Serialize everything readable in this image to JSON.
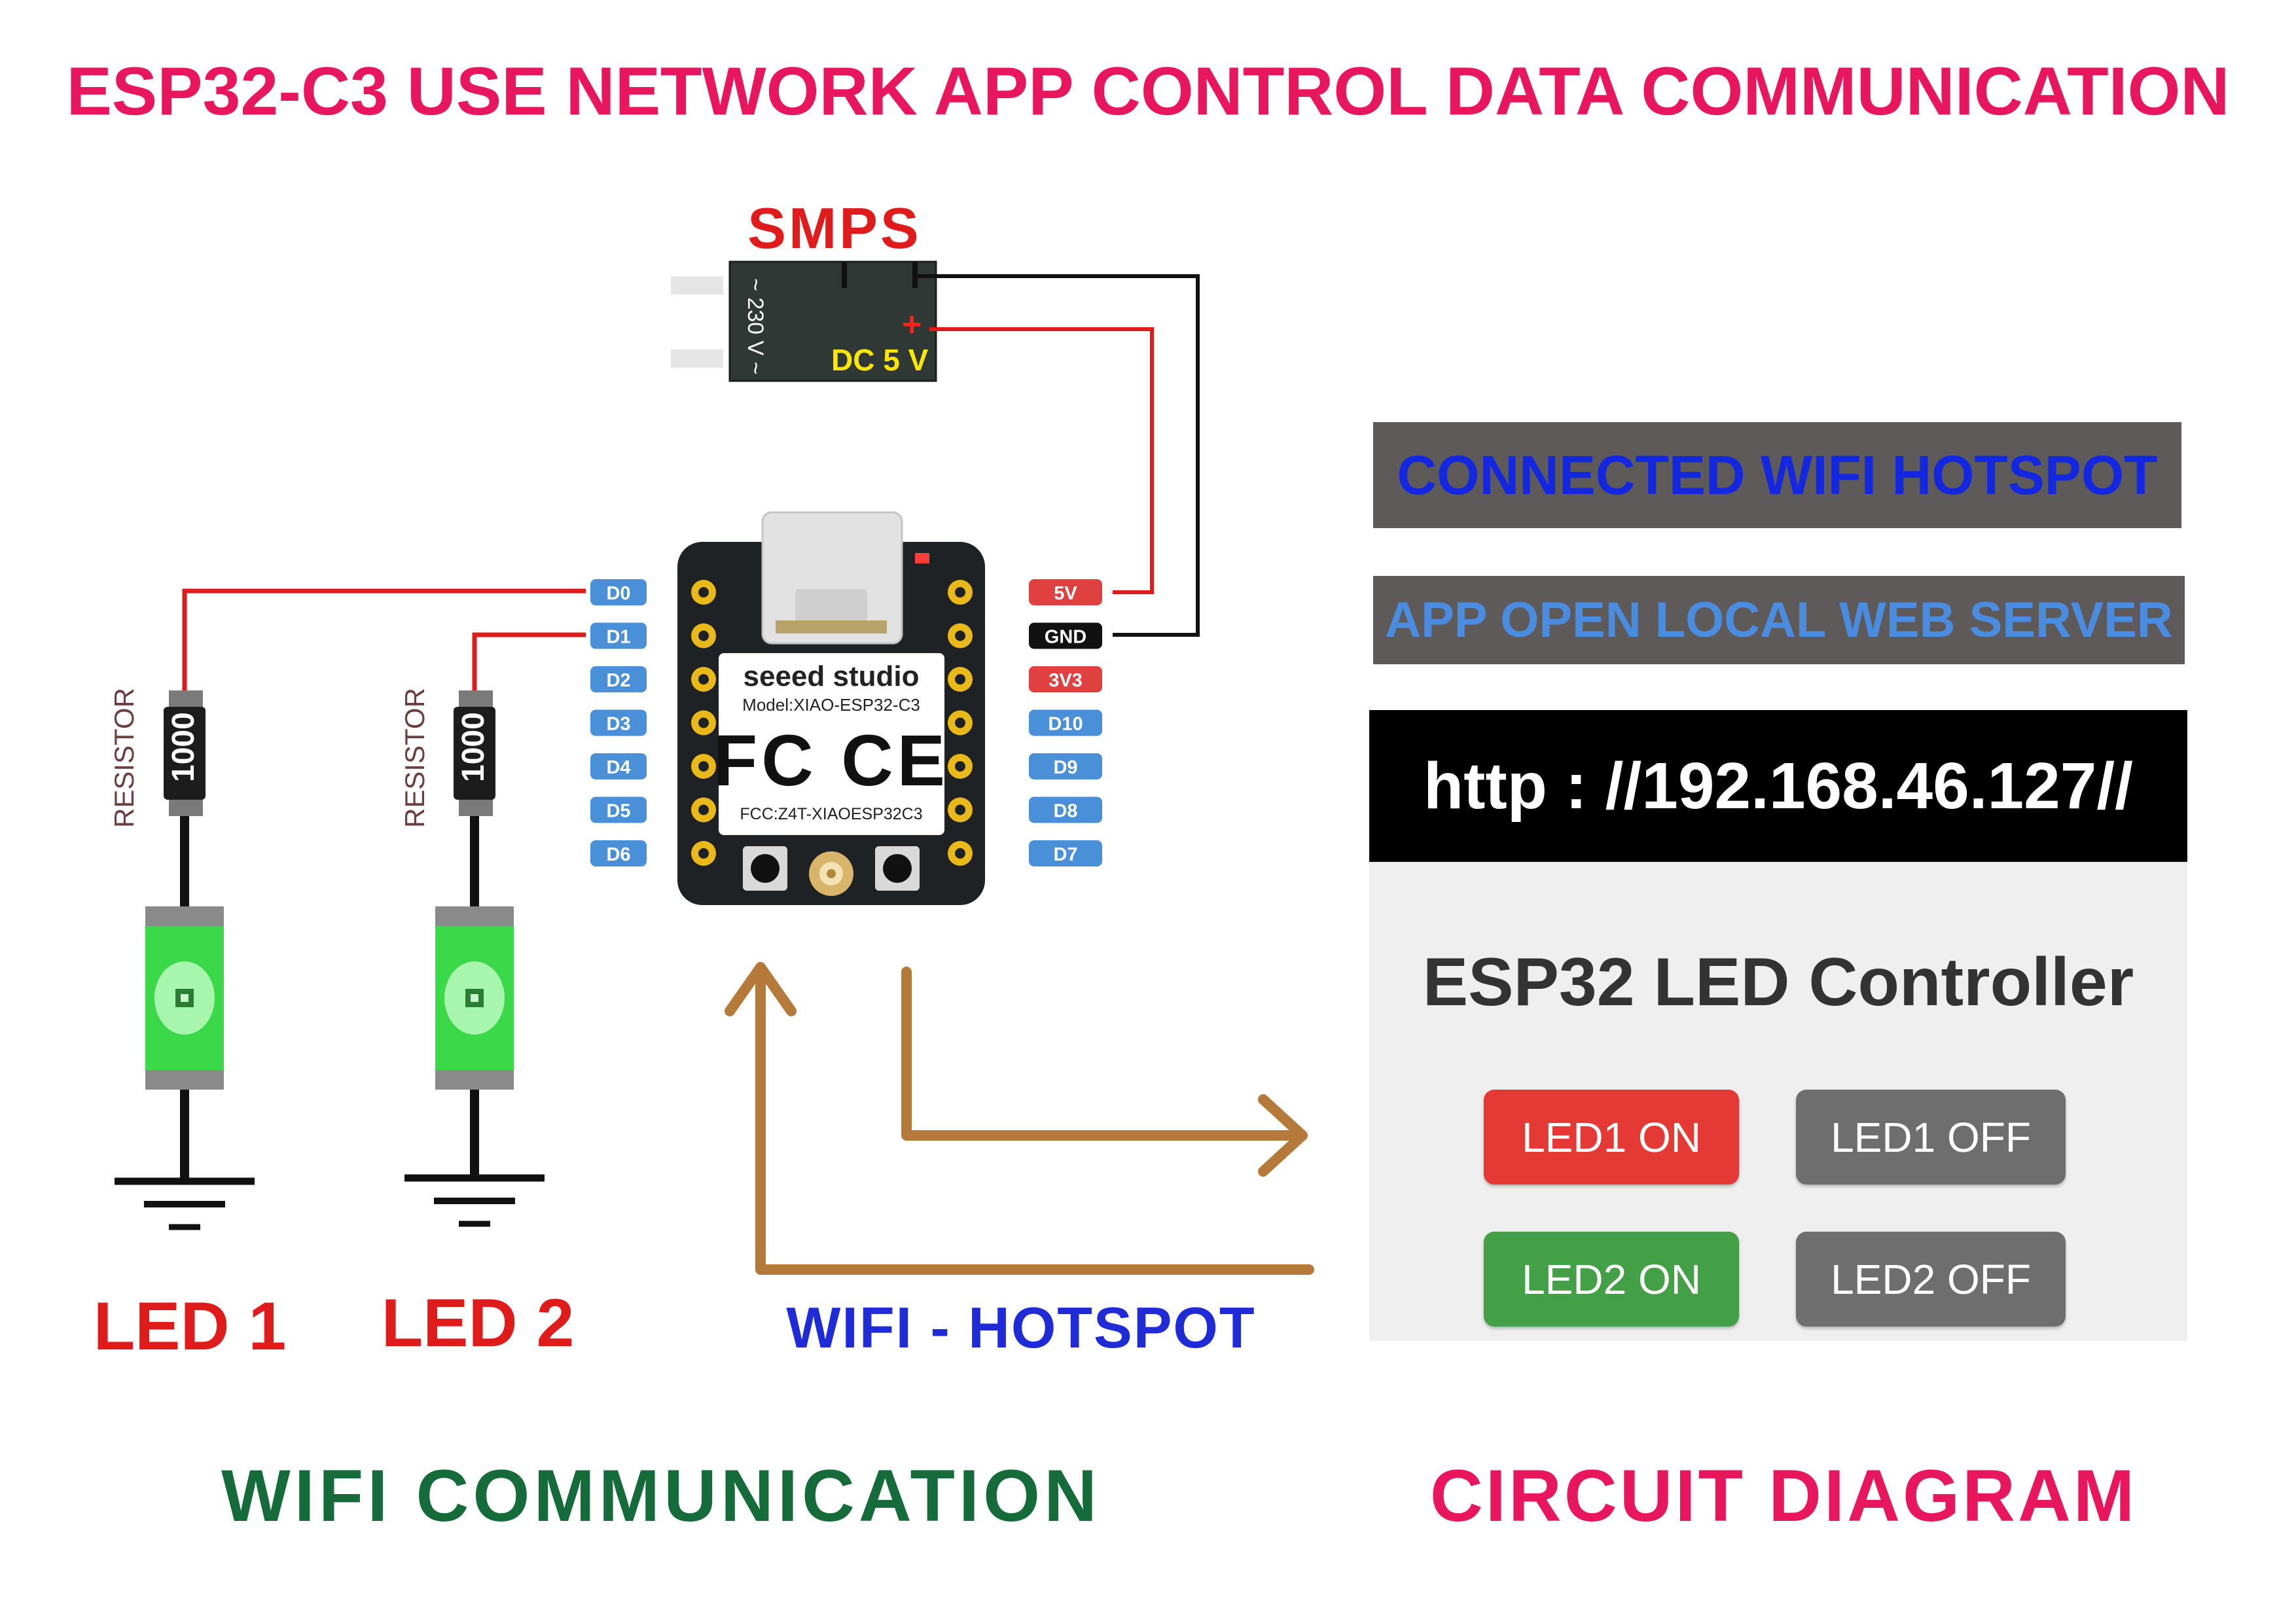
{
  "title": "ESP32-C3 USE NETWORK APP CONTROL DATA COMMUNICATION",
  "smps": {
    "label": "SMPS",
    "input": "~ 230 V ~",
    "output": "DC 5 V",
    "plus": "+"
  },
  "board": {
    "brand": "seeed studio",
    "model": "Model:XIAO-ESP32-C3",
    "fcc": "FCC:Z4T-XIAOESP32C3",
    "left_pins": [
      "D0",
      "D1",
      "D2",
      "D3",
      "D4",
      "D5",
      "D6"
    ],
    "right_pins": [
      "5V",
      "GND",
      "3V3",
      "D10",
      "D9",
      "D8",
      "D7"
    ],
    "colors": {
      "pin_blue": "#4a90d9",
      "pin_red": "#e04040",
      "pin_black": "#111111"
    }
  },
  "resistors": [
    {
      "label": "RESISTOR",
      "value": "1000"
    },
    {
      "label": "RESISTOR",
      "value": "1000"
    }
  ],
  "leds": [
    {
      "label": "LED 1",
      "color": "#39e04a"
    },
    {
      "label": "LED 2",
      "color": "#39e04a"
    }
  ],
  "wifi_label": "WIFI - HOTSPOT",
  "panel": {
    "connected": "CONNECTED WIFI HOTSPOT",
    "app_open": "APP OPEN LOCAL WEB SERVER",
    "url": "http : //192.168.46.127//",
    "heading": "ESP32 LED Controller",
    "buttons": {
      "led1_on": "LED1 ON",
      "led1_off": "LED1 OFF",
      "led2_on": "LED2 ON",
      "led2_off": "LED2 OFF"
    }
  },
  "footer": {
    "left": "WIFI COMMUNICATION",
    "right": "CIRCUIT DIAGRAM"
  },
  "colors": {
    "title_pink": "#e8175d",
    "wire_red": "#e01b1b",
    "wire_black": "#111111",
    "arrow_brown": "#b5793a",
    "footer_green": "#156b39"
  }
}
